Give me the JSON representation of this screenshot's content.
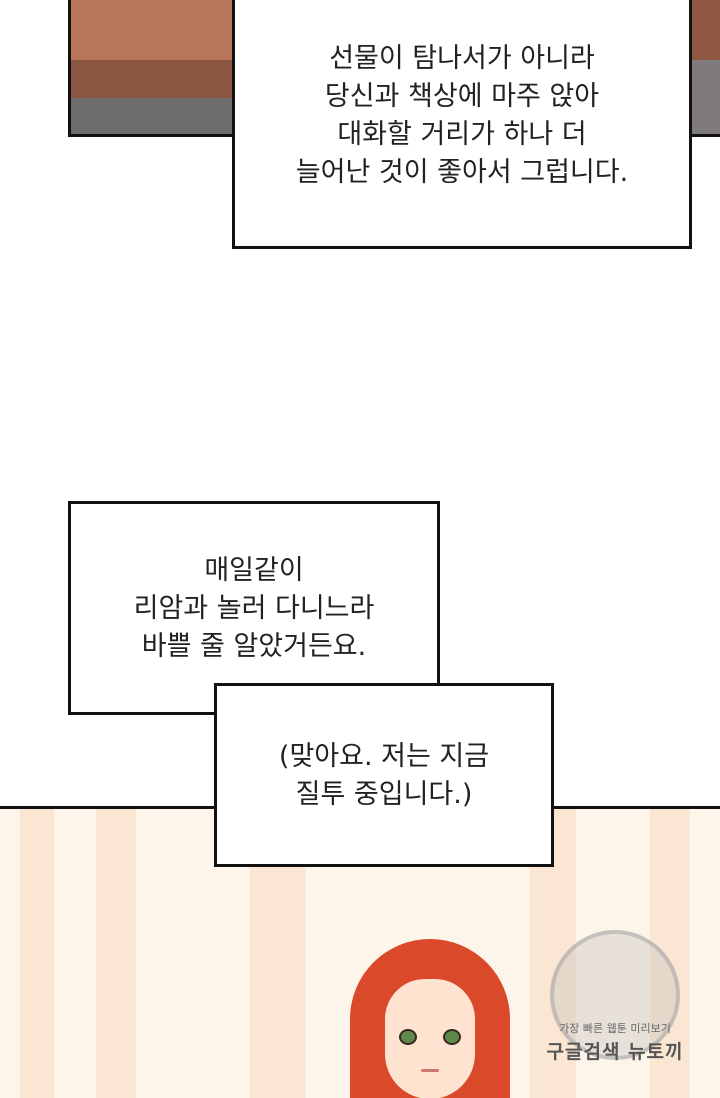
{
  "dialogue": {
    "box1": [
      "선물이 탐나서가 아니라",
      "당신과 책상에 마주 앉아",
      "대화할 거리가 하나 더",
      "늘어난 것이 좋아서 그럽니다."
    ],
    "box2": [
      "매일같이",
      "리암과 놀러 다니느라",
      "바쁠 줄 알았거든요."
    ],
    "box3": [
      "(맞아요. 저는 지금",
      "질투 중입니다.)"
    ]
  },
  "watermark": {
    "small": "가장 빠른 웹툰 미리보기",
    "big": "구글검색 뉴토끼"
  }
}
